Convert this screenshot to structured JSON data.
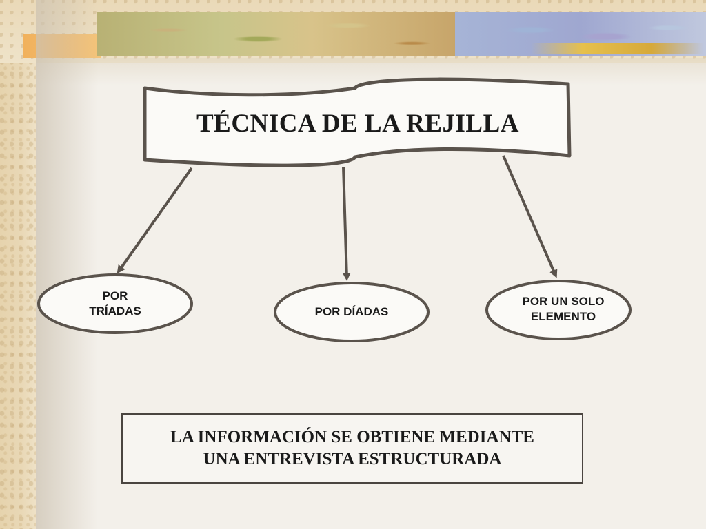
{
  "slide": {
    "title": "TÉCNICA DE LA REJILLA",
    "branches": [
      {
        "line1": "POR",
        "line2": "TRÍADAS"
      },
      {
        "line1": "POR DÍADAS",
        "line2": ""
      },
      {
        "line1": "POR UN SOLO",
        "line2": "ELEMENTO"
      }
    ],
    "footer": {
      "line1": "LA INFORMACIÓN SE OBTIENE MEDIANTE",
      "line2": "UNA ENTREVISTA ESTRUCTURADA"
    }
  },
  "colors": {
    "stroke": "#5a534c",
    "background": "#f3f0ea"
  }
}
